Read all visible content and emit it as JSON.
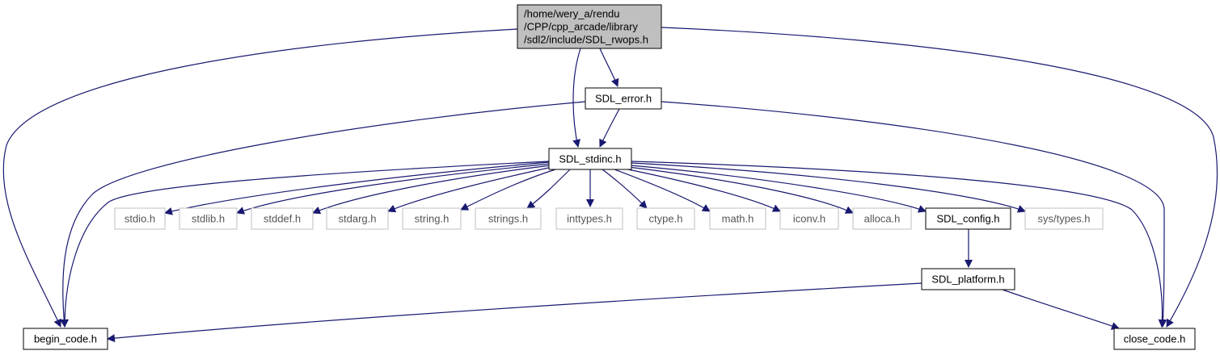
{
  "graph": {
    "root": {
      "id": "root",
      "lines": [
        "/home/wery_a/rendu",
        "/CPP/cpp_arcade/library",
        "/sdl2/include/SDL_rwops.h"
      ]
    },
    "nodes": [
      {
        "id": "sdl_error",
        "label": "SDL_error.h",
        "style": "defined"
      },
      {
        "id": "sdl_stdinc",
        "label": "SDL_stdinc.h",
        "style": "defined"
      },
      {
        "id": "stdio",
        "label": "stdio.h",
        "style": "external"
      },
      {
        "id": "stdlib",
        "label": "stdlib.h",
        "style": "external"
      },
      {
        "id": "stddef",
        "label": "stddef.h",
        "style": "external"
      },
      {
        "id": "stdarg",
        "label": "stdarg.h",
        "style": "external"
      },
      {
        "id": "string",
        "label": "string.h",
        "style": "external"
      },
      {
        "id": "strings",
        "label": "strings.h",
        "style": "external"
      },
      {
        "id": "inttypes",
        "label": "inttypes.h",
        "style": "external"
      },
      {
        "id": "ctype",
        "label": "ctype.h",
        "style": "external"
      },
      {
        "id": "math",
        "label": "math.h",
        "style": "external"
      },
      {
        "id": "iconv",
        "label": "iconv.h",
        "style": "external"
      },
      {
        "id": "alloca",
        "label": "alloca.h",
        "style": "external"
      },
      {
        "id": "sdl_config",
        "label": "SDL_config.h",
        "style": "defined"
      },
      {
        "id": "sys_types",
        "label": "sys/types.h",
        "style": "external"
      },
      {
        "id": "sdl_platform",
        "label": "SDL_platform.h",
        "style": "defined"
      },
      {
        "id": "begin_code",
        "label": "begin_code.h",
        "style": "defined"
      },
      {
        "id": "close_code",
        "label": "close_code.h",
        "style": "defined"
      }
    ],
    "edges": [
      {
        "from": "root",
        "to": "begin_code"
      },
      {
        "from": "root",
        "to": "close_code"
      },
      {
        "from": "root",
        "to": "sdl_error"
      },
      {
        "from": "root",
        "to": "sdl_stdinc"
      },
      {
        "from": "sdl_error",
        "to": "sdl_stdinc"
      },
      {
        "from": "sdl_error",
        "to": "begin_code"
      },
      {
        "from": "sdl_error",
        "to": "close_code"
      },
      {
        "from": "sdl_stdinc",
        "to": "begin_code"
      },
      {
        "from": "sdl_stdinc",
        "to": "close_code"
      },
      {
        "from": "sdl_stdinc",
        "to": "stdio"
      },
      {
        "from": "sdl_stdinc",
        "to": "stdlib"
      },
      {
        "from": "sdl_stdinc",
        "to": "stddef"
      },
      {
        "from": "sdl_stdinc",
        "to": "stdarg"
      },
      {
        "from": "sdl_stdinc",
        "to": "string"
      },
      {
        "from": "sdl_stdinc",
        "to": "strings"
      },
      {
        "from": "sdl_stdinc",
        "to": "inttypes"
      },
      {
        "from": "sdl_stdinc",
        "to": "ctype"
      },
      {
        "from": "sdl_stdinc",
        "to": "math"
      },
      {
        "from": "sdl_stdinc",
        "to": "iconv"
      },
      {
        "from": "sdl_stdinc",
        "to": "alloca"
      },
      {
        "from": "sdl_stdinc",
        "to": "sdl_config"
      },
      {
        "from": "sdl_stdinc",
        "to": "sys_types"
      },
      {
        "from": "sdl_config",
        "to": "sdl_platform"
      },
      {
        "from": "sdl_platform",
        "to": "begin_code"
      },
      {
        "from": "sdl_platform",
        "to": "close_code"
      }
    ]
  },
  "colors": {
    "edge": "#191970",
    "root_fill": "#bfbfbf",
    "defined_border": "#000000",
    "external_border": "#bfbfbf",
    "defined_text": "#000000",
    "external_text": "#555555"
  }
}
